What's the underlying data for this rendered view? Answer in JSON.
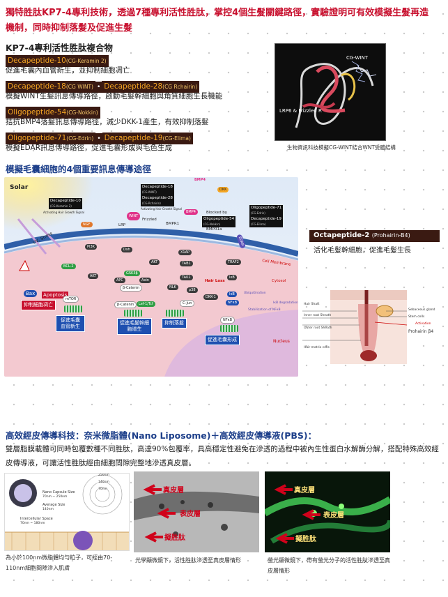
{
  "headline": "獨特胜肽KP7-4專利技術，透過7種專利活性胜肽，掌控4個生髮關鍵路徑，實驗證明可有效模擬生髮再造機制，同時抑制落髮及促進生髮",
  "compound": {
    "title": "KP7-4專利活性胜肽複合物",
    "items": [
      {
        "tags": [
          {
            "name": "Decapeptide-10",
            "sub": "(CG-Keramin 2)"
          }
        ],
        "desc": "促進毛囊內血管新生，並抑制細胞凋亡"
      },
      {
        "tags": [
          {
            "name": "Decapeptide-18",
            "sub": "(CG WINT)"
          },
          {
            "name": "Decapeptide-28",
            "sub": "(CG Rchairin)"
          }
        ],
        "desc": "模擬WINT生髮訊息傳導路徑，啟動毛髮幹細胞與角質細胞生長機能"
      },
      {
        "tags": [
          {
            "name": "Oligopeptide-54",
            "sub": "(CG-Nokkin)"
          }
        ],
        "desc": "拮抗BMP4落髮訊息傳導路徑，減少DKK-1產生，有效抑制落髮"
      },
      {
        "tags": [
          {
            "name": "Oligopeptide-71",
            "sub": "(CG-Edrin)"
          },
          {
            "name": "Decapeptide-19",
            "sub": "(CG-Elima)"
          }
        ],
        "desc": "模擬EDAR訊息傳導路徑，促進毛囊形成與毛色生成"
      }
    ],
    "dot": "•",
    "protein_labels": {
      "top": "CG-WINT",
      "bottom": "LRP6 & Frizzled R"
    },
    "protein_caption": "生物資訊科技模擬CG-WINT結合WNT受體結構"
  },
  "pathway": {
    "title": "模擬毛囊細胞的4個重要訊息傳導途徑",
    "labels": {
      "solar": "Solar",
      "uv": "UV, Stress",
      "cell_membrane": "Cell Membrane",
      "cytosol": "Cytosol",
      "nucleus": "Nucleus",
      "hair_loss": "Hair Loss",
      "blocked_by": "Blocked by",
      "stabilization": "Stabilization of NFκB",
      "ikb_deg": "IκB degradation",
      "ubiq": "Ubiquitination",
      "act1": "Activating Hair Growth Signal",
      "act2": "Activating Hair Growth Signal"
    },
    "boxes": [
      {
        "name": "Decapeptide-10",
        "sub": "(CG-Keramin 2)"
      },
      {
        "name": "Decapeptide-18",
        "sub": "(CG-WINT)"
      },
      {
        "name": "Decapeptide-28",
        "sub": "(CG-Rchairin)"
      },
      {
        "name": "Oligopeptide-54",
        "sub": "(CG-Nokkin)"
      },
      {
        "name": "Oligopeptide-71",
        "sub": "(CG-Edrin)"
      },
      {
        "name": "Decapeptide-19",
        "sub": "(CG-Elima)"
      }
    ],
    "molecules": {
      "ngf": "NGF",
      "wnt": "WINT",
      "bmp4": "BMP4",
      "bmp4b": "BMP4",
      "dkk": "DKK",
      "lrp": "LRP",
      "frizzled": "Frizzled",
      "bmpr1": "BMPR1",
      "bmpr2": "BMPR1a",
      "edar": "EDAR",
      "pi3k": "PI3K",
      "dsh": "Dsh",
      "akt": "AKT",
      "akt2": "AKT",
      "gsk": "GSK3β",
      "apc": "APC",
      "axin": "Axin",
      "bcat": "β-Catenin",
      "bcat2": "β-Catenin",
      "lef": "Lef-1/Tcf",
      "bcl": "BCL-2",
      "bax": "Bax",
      "apoptosis": "Apoptosis",
      "mtor": "mTOR",
      "xiap": "X1AP",
      "tab1": "TAB1",
      "tak1": "TAK1",
      "nlk": "NLK",
      "p38": "p38",
      "cjun": "C-Jun",
      "dkk1": "DKK-1",
      "traf2": "TRAF2",
      "ikb": "IκB",
      "ikb2": "IκB",
      "nfkb": "NFκB",
      "nfkb2": "NFκB",
      "nfkb3": "NFκB"
    },
    "effects": {
      "apoptosis_inhibit": "抑制細胞凋亡",
      "vessel": "促進毛囊血管新生",
      "stem": "促進毛髮幹細胞增生",
      "inhibit": "抑制落髮",
      "follicle": "促進毛囊形成"
    },
    "octa": {
      "name": "Octapeptide-2",
      "sub": "(Prohairin-B4)",
      "desc": "活化毛髮幹細胞，促進毛髮生長"
    },
    "hair_labels": {
      "shaft": "Hair Shaft",
      "inner": "Inner root Sheath",
      "outer": "Outer root Sheath",
      "matrix": "Hair matrix cells",
      "seb": "Sebaceous gland",
      "stem": "Stem cells",
      "activation": "Activation",
      "prohairin": "Prohairin β4"
    }
  },
  "liposome": {
    "title": "高效經皮傳導科技：奈米微脂體(Nano Liposome)＋高效經皮傳導液(PBS)：",
    "text": "雙層脂膜載體可同時包覆數種不同胜肽，高達90%包覆率，具高穩定性避免在滲透的過程中被內生性蛋白水解酶分解，搭配特殊高效經皮傳導液，可讓活性胜肽經由細胞間隙完整地滲透真皮層。",
    "diagram_labels": {
      "capsule_size": "Nano Capsule Size",
      "capsule_val": "70nm ~ 250nm",
      "average": "Average Size",
      "average_val": "140nm",
      "spacing": "Intercellular Space",
      "spacing_val": "70nm ~ 180nm",
      "d1": "250nm",
      "d2": "140nm",
      "d3": "70nm"
    },
    "micro_labels": {
      "dermis": "真皮層",
      "epidermis": "表皮層",
      "peptide": "擬胜肽"
    },
    "fluor_labels": {
      "dermis": "真皮層",
      "epidermis": "表皮層",
      "peptide": "擬胜肽"
    },
    "captions": [
      "為小於100nm微脂體均勻粒子，可經由70-110nm細胞間隙滲入肌膚",
      "光學顯微鏡下，活性胜肽滲透至真皮層情形",
      "螢光顯微鏡下，帶有螢光分子的活性胜肽滲透至真皮層情形"
    ]
  }
}
